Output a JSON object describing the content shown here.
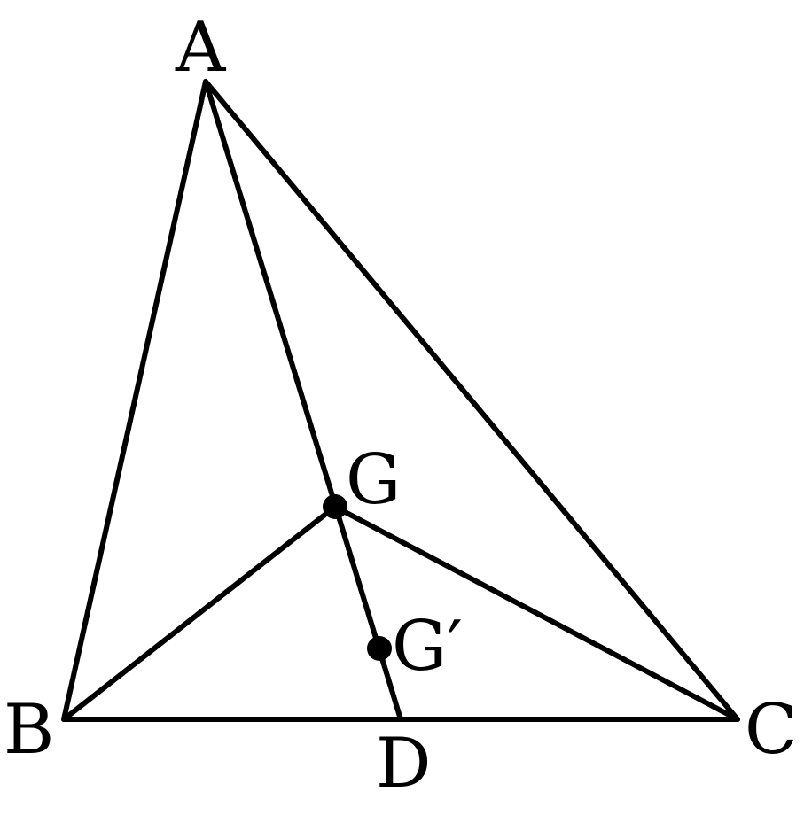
{
  "labels": {
    "A": "A",
    "B": "B",
    "C": "C",
    "D": "D",
    "G": "G",
    "G_prime": "G′"
  },
  "colors": {
    "stroke": "#000000",
    "background": "#ffffff"
  }
}
